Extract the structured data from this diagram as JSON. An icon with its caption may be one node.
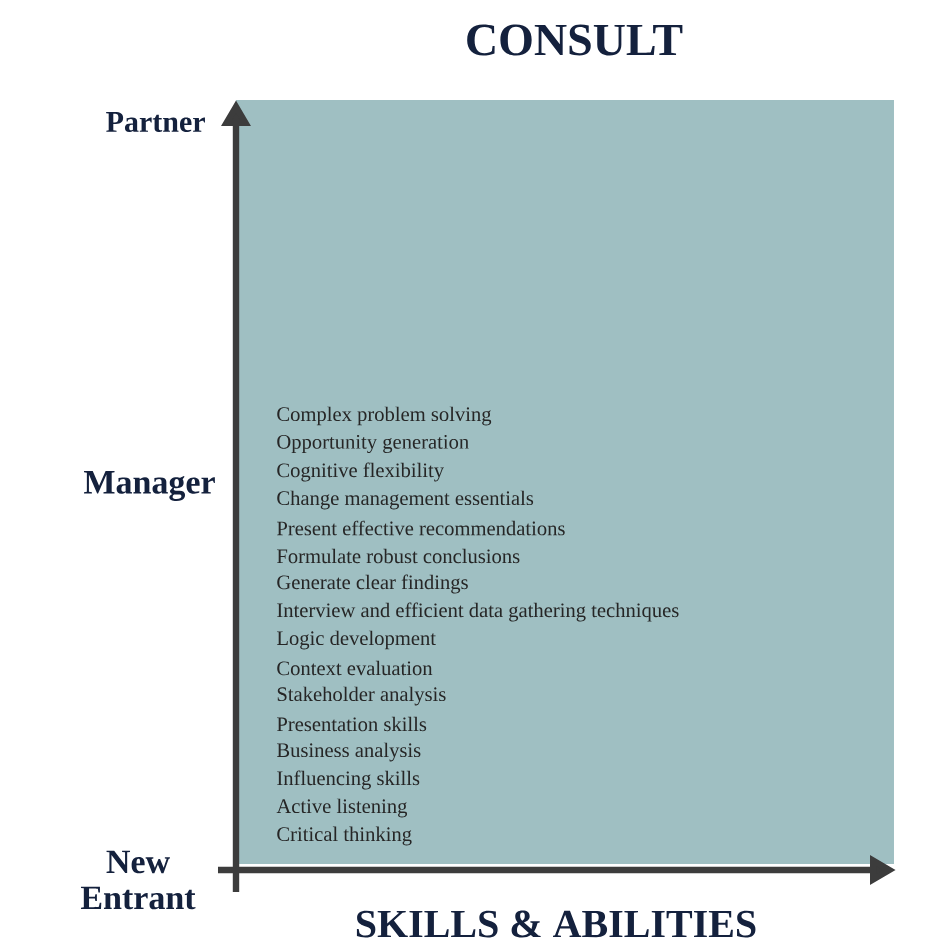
{
  "diagram": {
    "title": "CONSULT",
    "nodes": [
      {
        "text": [
          "Complex problem solving",
          "Opportunity generation",
          "Cognitive flexibility",
          "Change management essentials",
          "Present effective recommendations",
          "Formulate robust conclusions",
          "Generate clear findings",
          "Interview and efficient data gathering techniques",
          "Logic development",
          "Context evaluation",
          "Stakeholder analysis",
          "Presentation skills",
          "Business analysis",
          "Influencing skills",
          "Active listening",
          "Critical thinking"
        ]
      }
    ],
    "labels": [
      "Partner",
      "Manager",
      "New Entrant",
      "SKILLS & ABILITIES"
    ]
  }
}
